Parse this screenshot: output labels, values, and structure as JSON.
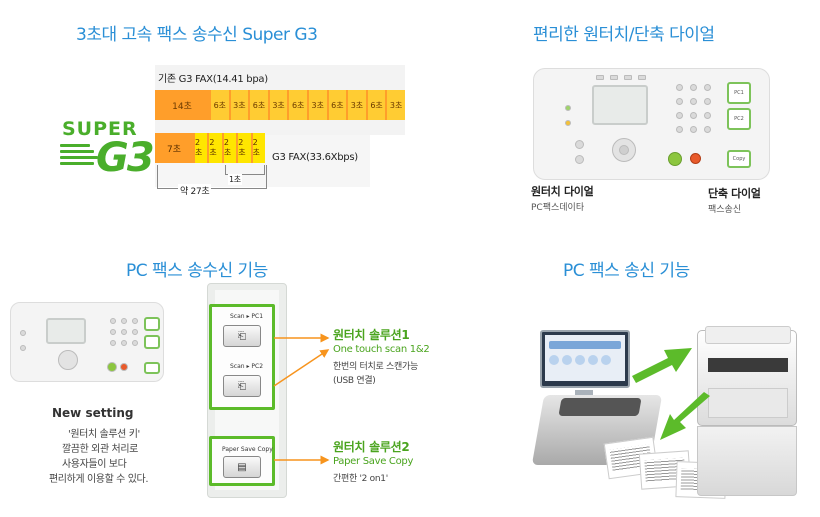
{
  "titles": {
    "super_g3": "3초대 고속 팩스 송수신 Super G3",
    "one_touch": "편리한 원터치/단축 다이얼",
    "pc_fax_txrx": "PC 팩스 송수신 기능",
    "pc_fax_tx": "PC 팩스 송신 기능"
  },
  "super_g3": {
    "legacy_label": "기존 G3 FAX(14.41 bpa)",
    "legacy_first": "14초",
    "legacy_segments": [
      "6초",
      "3초",
      "6초",
      "3초",
      "6초",
      "3초",
      "6초",
      "3초",
      "6초",
      "3초"
    ],
    "g3_first": "7초",
    "g3_segments": [
      "2초",
      "2초",
      "2초",
      "2초",
      "2초"
    ],
    "g3_label": "G3 FAX(33.6Xbps)",
    "brace_total": "약 27초",
    "brace_small": "1초",
    "logo_super": "SUPER",
    "logo_g3": "G3"
  },
  "one_touch": {
    "left_bold": "원터치 다이얼",
    "left_sub": "PC팩스데이타",
    "right_bold": "단축 다이얼",
    "right_sub": "팩스송신"
  },
  "pc_fax_txrx": {
    "btn_scan_pc1": "Scan ▸ PC1",
    "btn_scan_pc2": "Scan ▸ PC2",
    "btn_paper_save": "Paper Save Copy",
    "solution1_title": "원터치 솔루션1",
    "solution1_sub": "One touch scan 1&2",
    "solution1_desc1": "한번의 터치로 스캔가능",
    "solution1_desc2": "(USB 연결)",
    "solution2_title": "원터치 솔루션2",
    "solution2_sub": "Paper Save Copy",
    "solution2_desc": "간편한 '2 on1'",
    "new_setting_head": "New setting",
    "new_setting_lines": [
      "'원터치 솔루션 키'",
      "깔끔한 외관 처리로",
      "사용자들이 보다",
      "편리하게 이용할 수 있다."
    ]
  },
  "colors": {
    "title_blue": "#2a8fd6",
    "accent_green": "#5cbb2a",
    "bar_orange": "#ff9e2a",
    "bar_yellow": "#ffcc33",
    "arrow_orange": "#f7941d"
  }
}
